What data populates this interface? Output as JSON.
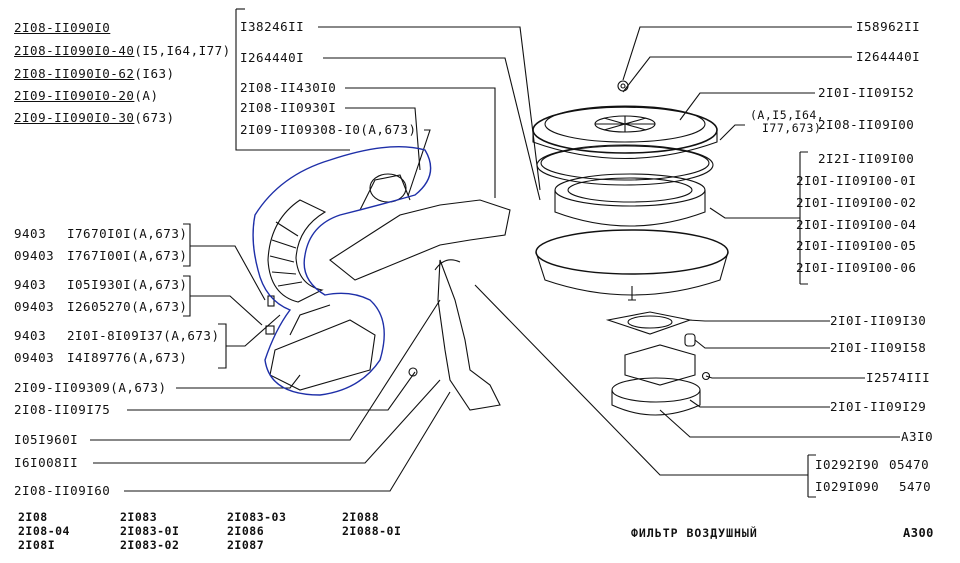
{
  "variants_top": [
    {
      "code": "2I08-II090I0",
      "suffix": ""
    },
    {
      "code": "2I08-II090I0-40",
      "suffix": "(I5,I64,I77)"
    },
    {
      "code": "2I08-II090I0-62",
      "suffix": "(I63)"
    },
    {
      "code": "2I09-II090I0-20",
      "suffix": "(A)"
    },
    {
      "code": "2I09-II090I0-30",
      "suffix": "(673)"
    }
  ],
  "left_group": {
    "l1": "2I08-II430I0",
    "l2": "2I08-II0930I",
    "l3": "2I09-II09308-I0(A,673)"
  },
  "top_codes": {
    "t1": "I38246II",
    "t2": "I264440I"
  },
  "left_fasteners": [
    {
      "a": "9403",
      "b": "I7670I0I(A,673)"
    },
    {
      "a": "09403",
      "b": "I767I00I(A,673)"
    },
    {
      "a": "9403",
      "b": "I05I930I(A,673)"
    },
    {
      "a": "09403",
      "b": "I2605270(A,673)"
    },
    {
      "a": "9403",
      "b": "2I0I-8I09I37(A,673)"
    },
    {
      "a": "09403",
      "b": "I4I89776(A,673)"
    }
  ],
  "left_bottom": [
    "2I09-II09309(A,673)",
    "2I08-II09I75",
    "I05I960I",
    "I6I008II",
    "2I08-II09I60"
  ],
  "right_labels": {
    "r1": "I58962II",
    "r2": "I264440I",
    "r3": "2I0I-II09I52",
    "r4": "(A,I5,I64,",
    "r4b": "I77,673)",
    "r5": "2I08-II09I00",
    "g1": "2I2I-II09I00",
    "g2": "2I0I-II09I00-0I",
    "g3": "2I0I-II09I00-02",
    "g4": "2I0I-II09I00-04",
    "g5": "2I0I-II09I00-05",
    "g6": "2I0I-II09I00-06",
    "r6": "2I0I-II09I30",
    "r7": "2I0I-II09I58",
    "r8": "I2574III",
    "r9": "2I0I-II09I29",
    "r10": "A3I0",
    "r11a": "I0292I90",
    "r11b": "05470",
    "r12a": "I029I090",
    "r12b": "5470"
  },
  "models": [
    [
      "2I08",
      "2I08-04",
      "2I08I"
    ],
    [
      "2I083",
      "2I083-0I",
      "2I083-02"
    ],
    [
      "2I083-03",
      "2I086",
      "2I087"
    ],
    [
      "2I088",
      "2I088-0I"
    ]
  ],
  "footer": {
    "title": "ФИЛЬТР ВОЗДУШНЫЙ",
    "sheet": "A300"
  },
  "colors": {
    "ink": "#111111",
    "highlight": "#1e2fa8"
  }
}
